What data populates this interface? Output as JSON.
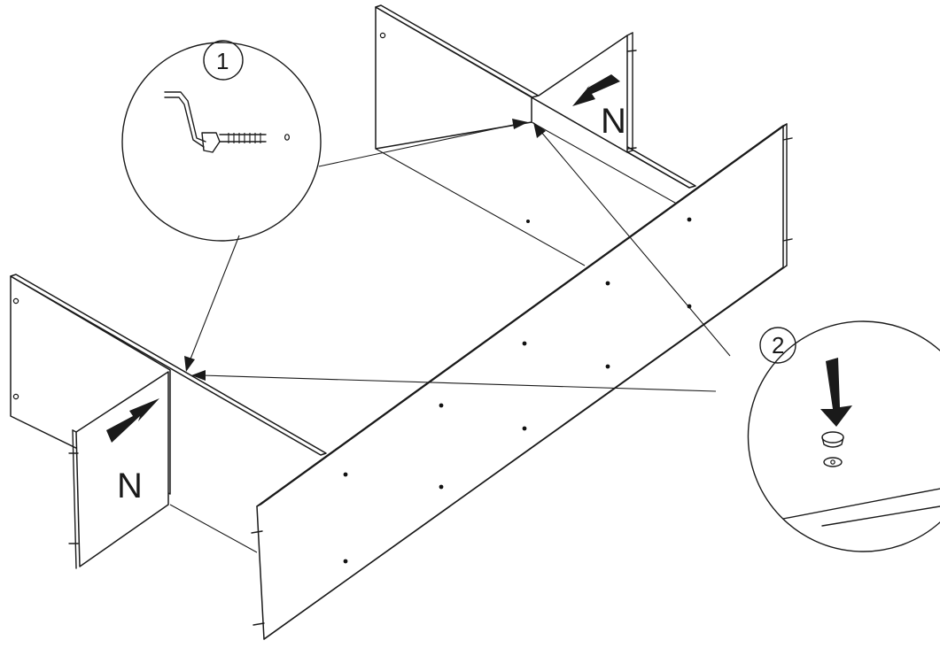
{
  "panel_labels": {
    "left": "N",
    "right": "N"
  },
  "callouts": [
    {
      "number": "1"
    },
    {
      "number": "2"
    }
  ],
  "icons": {
    "allen_key": "allen-key-icon",
    "cam_screw": "cam-screw-icon",
    "cam_lock": "cam-lock-icon",
    "arrow": "arrow-icon"
  },
  "colors": {
    "line": "#1a1a1a",
    "panel": "#ffffff"
  }
}
